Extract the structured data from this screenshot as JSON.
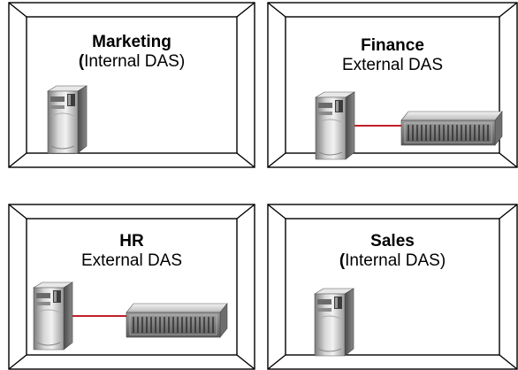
{
  "panels": [
    {
      "id": "marketing",
      "title": "Marketing",
      "subtitle_paren_open": "(",
      "subtitle_text": "Internal DAS)",
      "storage": "internal"
    },
    {
      "id": "finance",
      "title": "Finance",
      "subtitle_paren_open": "",
      "subtitle_text": "External DAS",
      "storage": "external"
    },
    {
      "id": "hr",
      "title": "HR",
      "subtitle_paren_open": "",
      "subtitle_text": "External DAS",
      "storage": "external"
    },
    {
      "id": "sales",
      "title": "Sales",
      "subtitle_paren_open": "(",
      "subtitle_text": "Internal DAS)",
      "storage": "internal"
    }
  ],
  "icons": {
    "server": "server-tower-icon",
    "storage": "disk-array-icon",
    "link": "cable-link"
  },
  "colors": {
    "frame": "#000000",
    "cable": "#c0202a",
    "background": "#ffffff"
  }
}
